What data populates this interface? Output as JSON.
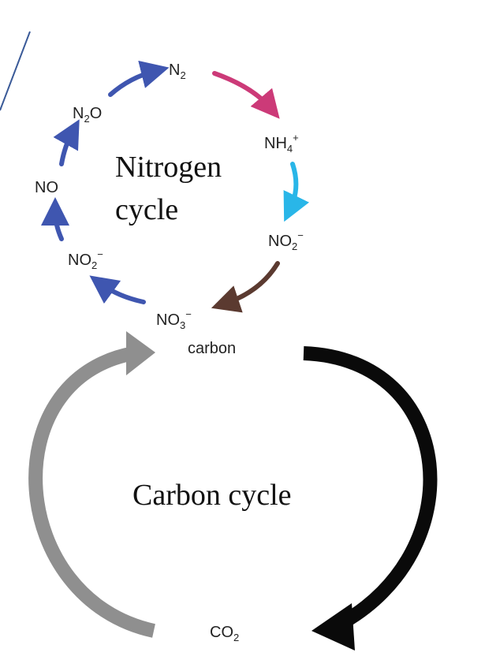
{
  "nitrogen_cycle": {
    "title_line1": "Nitrogen",
    "title_line2": "cycle",
    "nodes": {
      "n2": {
        "base": "N",
        "sub": "2",
        "sup": ""
      },
      "nh4": {
        "base": "NH",
        "sub": "4",
        "sup": "+"
      },
      "no2_right": {
        "base": "NO",
        "sub": "2",
        "sup": "−"
      },
      "no3": {
        "base": "NO",
        "sub": "3",
        "sup": "−"
      },
      "no2_left": {
        "base": "NO",
        "sub": "2",
        "sup": "−"
      },
      "no": {
        "base": "NO",
        "sub": "",
        "sup": ""
      },
      "n2o": {
        "base": "N",
        "sub": "2",
        "tail": "O"
      }
    },
    "arrow_colors": {
      "n2_to_nh4": "#cc3a78",
      "nh4_to_no2": "#29b6e8",
      "no2_to_no3": "#5b3a30",
      "denitrification": "#3f56b0"
    }
  },
  "carbon_cycle": {
    "title": "Carbon cycle",
    "top_label": "carbon",
    "bottom_label": {
      "base": "CO",
      "sub": "2"
    },
    "arrow_colors": {
      "right_arc": "#0a0a0a",
      "left_arc": "#8f8f8f"
    }
  },
  "decoration": {
    "line_color": "#3a5a98"
  }
}
